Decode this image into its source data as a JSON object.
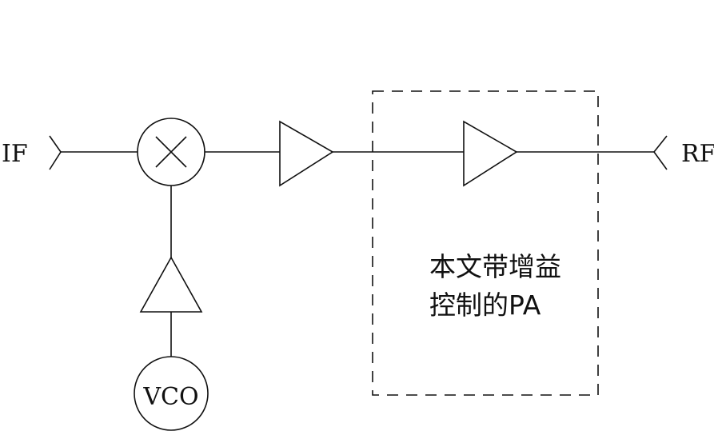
{
  "diagram": {
    "input_port": "IF",
    "output_port": "RF",
    "oscillator": "VCO",
    "pa_block_line1": "本文带增益",
    "pa_block_line2": "控制的PA"
  },
  "colors": {
    "stroke": "#111111",
    "background": "#ffffff"
  }
}
